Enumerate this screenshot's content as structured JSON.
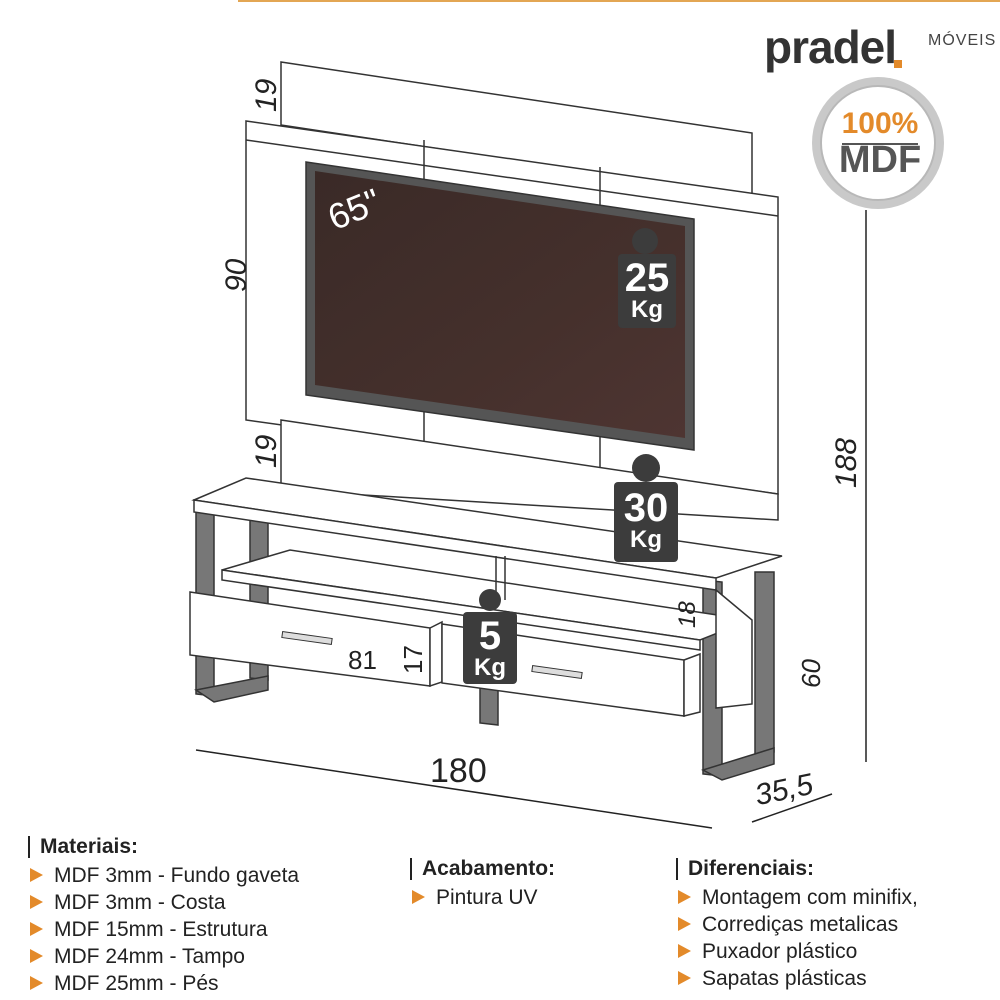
{
  "brand": {
    "name": "pradel",
    "sub": "MÓVEIS",
    "accent": "#e38a2a"
  },
  "badge": {
    "percent": "100%",
    "material": "MDF"
  },
  "tv": {
    "size": "65\""
  },
  "weights": [
    {
      "value": "25",
      "unit": "Kg"
    },
    {
      "value": "30",
      "unit": "Kg"
    },
    {
      "value": "5",
      "unit": "Kg"
    }
  ],
  "dimensions": {
    "panel_top": "19",
    "panel_mid": "90",
    "panel_bottom": "19",
    "total_height": "188",
    "shelf_gap": "18",
    "drawer_width": "81",
    "drawer_height": "17",
    "rack_height": "60",
    "width": "180",
    "depth": "35,5"
  },
  "materials": {
    "title": "Materiais:",
    "items": [
      "MDF 3mm - Fundo gaveta",
      "MDF 3mm - Costa",
      "MDF 15mm - Estrutura",
      "MDF 24mm - Tampo",
      "MDF 25mm - Pés"
    ]
  },
  "finish": {
    "title": "Acabamento:",
    "items": [
      "Pintura UV"
    ]
  },
  "features": {
    "title": "Diferenciais:",
    "items": [
      "Montagem com minifix,",
      "Corrediças metalicas",
      "Puxador plástico",
      "Sapatas plásticas"
    ]
  }
}
